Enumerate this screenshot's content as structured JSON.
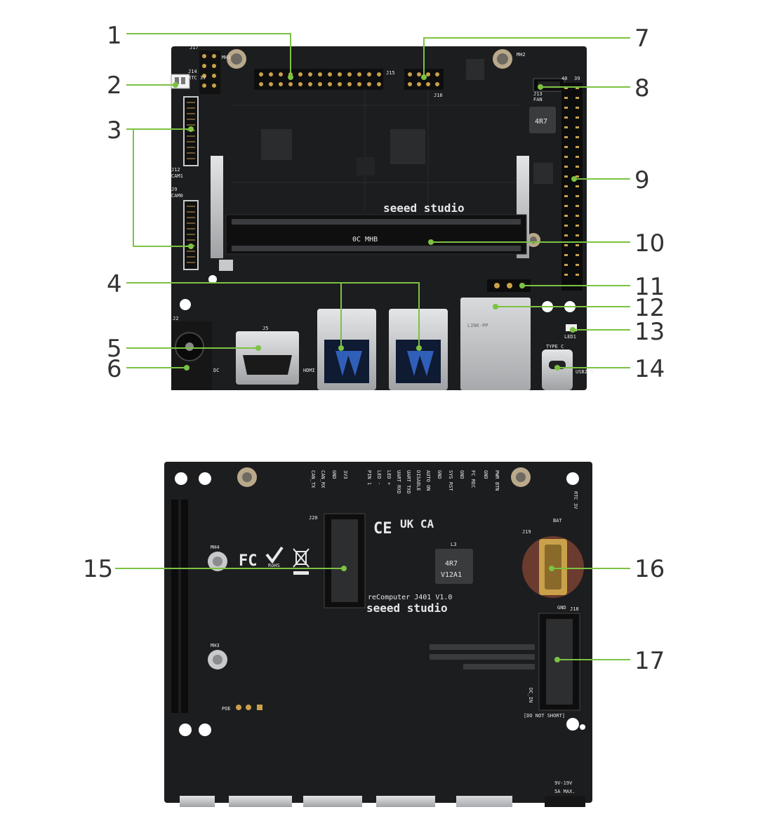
{
  "top_board": {
    "brand": "seeed studio",
    "module_label": "0C MHB",
    "eth_brand": "LINK-PP",
    "inductor_label": "4R7",
    "connector_labels": {
      "j17": "J17",
      "j14": "J14",
      "j14_sub": "RTC 3V",
      "j12": "J12",
      "j12_sub": "CAM1",
      "j9": "J9",
      "j9_sub": "CAM0",
      "j15": "J15",
      "j16": "J16",
      "j13": "J13",
      "j13_sub": "FAN",
      "j5": "J5",
      "j2": "J2",
      "dc": "DC",
      "hdmi": "HDMI",
      "typec": "TYPE C",
      "usb2": "USB2.0",
      "led1": "LED1",
      "mh1": "MH1",
      "mh2": "MH2",
      "pin40": "40",
      "pin39": "39"
    }
  },
  "bottom_board": {
    "brand": "seeed studio",
    "model": "reComputer J401 V1.0",
    "cert_marks": [
      "CE",
      "UK CA",
      "FC",
      "RoHS"
    ],
    "inductor_label": "4R7\nV12A1",
    "inductor_line1": "4R7",
    "inductor_line2": "V12A1",
    "j19": "J19",
    "bat": "BAT",
    "j20": "J20",
    "j18": "J18",
    "l3": "L3",
    "mh3": "MH3",
    "mh4": "MH4",
    "poe": "POE",
    "gnd": "GND",
    "dc_in": "DC_IN",
    "do_not_short": "[DO NOT SHORT]",
    "power_spec_1": "9V-19V",
    "power_spec_2": "5A MAX.",
    "rtc": "RTC 3V",
    "header_labels": [
      "CAN_TX",
      "CAN_RX",
      "GND",
      "3V3",
      "PIN 1",
      "LED -",
      "LED +",
      "UART RXD",
      "UART TXD",
      "DISABLE",
      "AUTO ON",
      "GND",
      "SYS RST",
      "GND",
      "FC REC",
      "GND",
      "PWR BTN"
    ]
  },
  "callouts": [
    {
      "id": 1,
      "label": "1"
    },
    {
      "id": 2,
      "label": "2"
    },
    {
      "id": 3,
      "label": "3"
    },
    {
      "id": 4,
      "label": "4"
    },
    {
      "id": 5,
      "label": "5"
    },
    {
      "id": 6,
      "label": "6"
    },
    {
      "id": 7,
      "label": "7"
    },
    {
      "id": 8,
      "label": "8"
    },
    {
      "id": 9,
      "label": "9"
    },
    {
      "id": 10,
      "label": "10"
    },
    {
      "id": 11,
      "label": "11"
    },
    {
      "id": 12,
      "label": "12"
    },
    {
      "id": 13,
      "label": "13"
    },
    {
      "id": 14,
      "label": "14"
    },
    {
      "id": 15,
      "label": "15"
    },
    {
      "id": 16,
      "label": "16"
    },
    {
      "id": 17,
      "label": "17"
    }
  ],
  "colors": {
    "pcb": "#1c1d1f",
    "leader": "#7cc242",
    "silkscreen": "#e8e8e8",
    "metal": "#c8c9cb",
    "usb_blue": "#2f5fb8",
    "gold": "#c9a14a"
  }
}
